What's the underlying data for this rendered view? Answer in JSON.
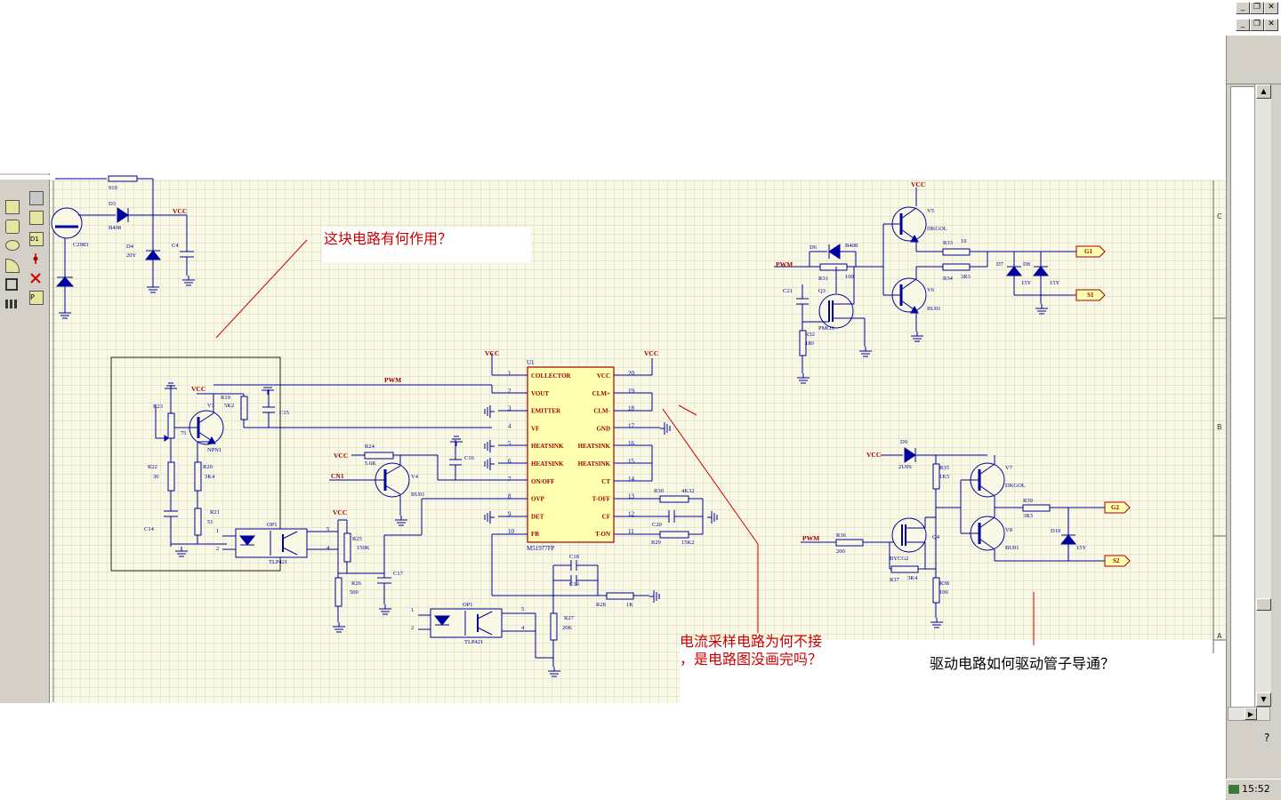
{
  "annotations": {
    "q1": "这块电路有何作用？",
    "q2_line1": "电流采样电路为何不接",
    "q2_line2": "，是电路图没画完吗？",
    "q3": "驱动电路如何驱动管子导通？"
  },
  "ic": {
    "ref": "U1",
    "part": "M51977FP",
    "left_pins": [
      {
        "num": "1",
        "name": "COLLECTOR"
      },
      {
        "num": "2",
        "name": "VOUT"
      },
      {
        "num": "3",
        "name": "EMITTER"
      },
      {
        "num": "4",
        "name": "VF"
      },
      {
        "num": "5",
        "name": "HEATSINK"
      },
      {
        "num": "6",
        "name": "HEATSINK"
      },
      {
        "num": "7",
        "name": "ON/OFF"
      },
      {
        "num": "8",
        "name": "OVP"
      },
      {
        "num": "9",
        "name": "DET"
      },
      {
        "num": "10",
        "name": "FB"
      }
    ],
    "right_pins": [
      {
        "num": "20",
        "name": "VCC"
      },
      {
        "num": "19",
        "name": "CLM+"
      },
      {
        "num": "18",
        "name": "CLM-"
      },
      {
        "num": "17",
        "name": "GND"
      },
      {
        "num": "16",
        "name": "HEATSINK"
      },
      {
        "num": "15",
        "name": "HEATSINK"
      },
      {
        "num": "14",
        "name": "CT"
      },
      {
        "num": "13",
        "name": "T-OFF"
      },
      {
        "num": "12",
        "name": "CF"
      },
      {
        "num": "11",
        "name": "T-ON"
      }
    ]
  },
  "labels": {
    "vcc": "VCC",
    "pwm": "PWM",
    "cn1": "CN1",
    "g1": "G1",
    "g2": "G2",
    "s1": "S1",
    "s2": "S2"
  },
  "parts": {
    "r910": "910",
    "d3": "D3",
    "b408": "B408",
    "c2983": "C2983",
    "d4": "D4",
    "d4v": "20Y",
    "c4": "C4",
    "r23": "R23",
    "r22": "R22",
    "r22v": "30",
    "r20": "R20",
    "r20v": "3K4",
    "r21": "R21",
    "r21v": "51",
    "c14": "C14",
    "r19": "R19",
    "r19v": "5K2",
    "v3": "V3",
    "npn1": "NPN1",
    "r75": "75",
    "c15": "C15",
    "op1": "OP1",
    "tlp421": "TLP421",
    "p1": "1",
    "p2": "2",
    "p5": "5",
    "p4": "4",
    "r24": "R24",
    "r24v": "5.6K",
    "v4": "V4",
    "bu01": "BU01",
    "c16": "C16",
    "r25": "R25",
    "r25v": "150K",
    "r26": "R26",
    "r26v": "500",
    "c17": "C17",
    "r30": "R30",
    "r30v": "4K32",
    "c20": "C20",
    "r29": "R29",
    "r29v": "15K2",
    "c18": "C18",
    "c19": "C19",
    "r28": "R28",
    "r28v": "1K",
    "r27": "R27",
    "r27v": "20K",
    "v5": "V5",
    "dkgol": "DKGOL",
    "r33": "R33",
    "r33v": "10",
    "d6": "D6",
    "r31": "R31",
    "r31v": "100",
    "c21": "C21",
    "q3": "Q3",
    "pmos": "PMOS",
    "r32": "R32",
    "r32v": "180",
    "v6": "V6",
    "r34": "R34",
    "r34v": "3R3",
    "d7": "D7",
    "d8": "D8",
    "d7v": "15Y",
    "d8v": "15Y",
    "d9": "D9",
    "d9v": "2U0S",
    "r35": "R35",
    "r35v": "1K5",
    "v7": "V7",
    "r36": "R36",
    "r36v": "200",
    "q4": "Q4",
    "bycg2": "BYCG2",
    "r37": "R37",
    "r37v": "3K4",
    "r38": "R38",
    "r38v": "100",
    "v8": "V8",
    "r39": "R39",
    "r39v": "3R3",
    "d10": "D10",
    "d10v": "15Y"
  },
  "frame": {
    "c": "C",
    "b": "B",
    "a": "A"
  },
  "taskbar": {
    "time": "15:52"
  },
  "window_buttons": {
    "min": "_",
    "restore": "❐",
    "close": "✕"
  },
  "colors": {
    "grid_bg": "#f8f8e4",
    "grid_line": "#c8c8b0",
    "wire": "#00009c",
    "label_red": "#a00000",
    "annotation_red": "#cc0000",
    "toolbar": "#d4d0c8"
  }
}
